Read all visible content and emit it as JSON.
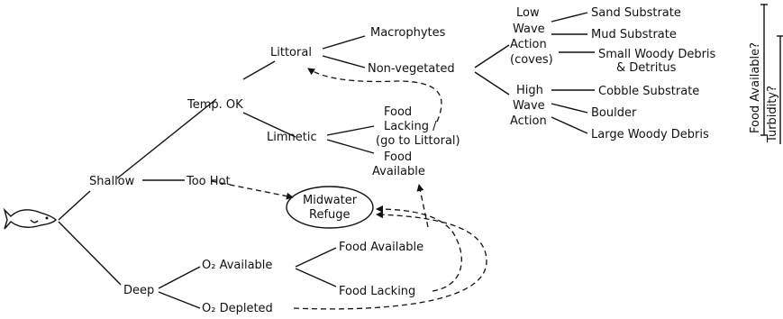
{
  "nodes": {
    "littoral": "Littoral",
    "macrophytes": "Macrophytes",
    "non_vegetated": "Non-vegetated",
    "temp_ok": "Temp. OK",
    "limnetic": "Limnetic",
    "food_lacking_1": "Food",
    "food_lacking_2": "Lacking /",
    "food_lacking_3": "(go to Littoral)",
    "food_available_1": "Food",
    "food_available_2": "Available",
    "shallow": "Shallow",
    "too_hot": "Too Hot",
    "refuge_1": "Midwater",
    "refuge_2": "Refuge",
    "deep": "Deep",
    "o2_available": "O₂ Available",
    "o2_depleted": "O₂ Depleted",
    "deep_food_available": "Food Available",
    "deep_food_lacking": "Food Lacking",
    "low_wave_1": "Low",
    "low_wave_2": "Wave",
    "low_wave_3": "Action",
    "low_wave_4": "(coves)",
    "high_wave_1": "High",
    "high_wave_2": "Wave",
    "high_wave_3": "Action",
    "sand": "Sand Substrate",
    "mud": "Mud Substrate",
    "small_woody_1": "Small Woody Debris",
    "small_woody_2": "& Detritus",
    "cobble": "Cobble Substrate",
    "boulder": "Boulder",
    "large_woody": "Large Woody Debris"
  },
  "side_labels": {
    "food_available_q": "Food Available?",
    "turbidity_q": "Turbidity?"
  },
  "fish_icon": "fish-icon"
}
